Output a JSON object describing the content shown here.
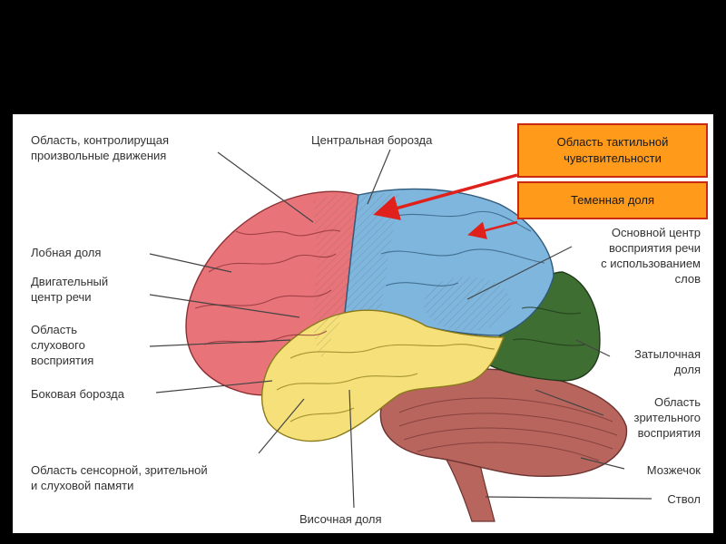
{
  "labels": {
    "voluntary_motion": "Область, контролирущая\nпроизвольные движения",
    "central_sulcus": "Центральная борозда",
    "frontal_lobe": "Лобная доля",
    "motor_speech": "Двигательный\nцентр речи",
    "auditory_area": "Область\nслухового\nвосприятия",
    "lateral_sulcus": "Боковая борозда",
    "memory_area": "Область сенсорной, зрительной\nи слуховой памяти",
    "temporal_lobe": "Височная доля",
    "speech_center": "Основной центр\nвосприятия речи\nс использованием\nслов",
    "occipital_lobe": "Затылочная\nдоля",
    "visual_area": "Область\nзрительного\nвосприятия",
    "cerebellum": "Мозжечок",
    "brainstem": "Ствол"
  },
  "callouts": {
    "tactile": "Область тактильной\nчувствительности",
    "parietal": "Теменная доля"
  },
  "colors": {
    "frontal": "#e8747a",
    "parietal": "#7fb6dd",
    "temporal": "#f5e07a",
    "occipital": "#3f6e33",
    "cerebellum": "#b8655e",
    "callout": "#ff9a1a",
    "arrow": "#e0201a"
  }
}
